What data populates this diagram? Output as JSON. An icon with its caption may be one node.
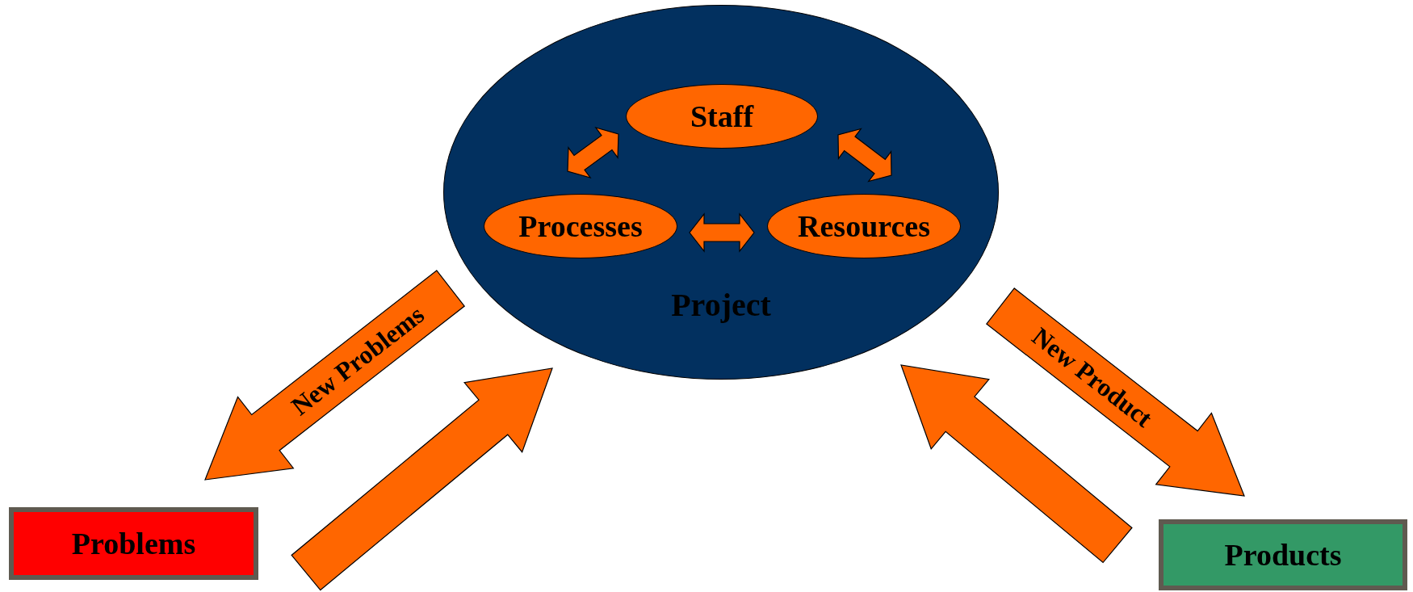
{
  "diagram": {
    "nodes": [
      {
        "text": [
          "Project"
        ]
      },
      {
        "text": [
          "Staff"
        ],
        "in": 0
      },
      {
        "text": [
          "Processes"
        ],
        "in": 0
      },
      {
        "text": [
          "Resources"
        ],
        "in": 0
      },
      {
        "text": [
          "Problems"
        ]
      },
      {
        "text": [
          "Products"
        ]
      }
    ],
    "edges": [
      {
        "from": 1,
        "to": 2,
        "arrow": "both"
      },
      {
        "from": 1,
        "to": 3,
        "arrow": "both"
      },
      {
        "from": 2,
        "to": 3,
        "arrow": "both"
      },
      {
        "from": 0,
        "to": 4,
        "arrow": "to",
        "label": "New Problems"
      },
      {
        "from": 4,
        "to": 0,
        "arrow": "to"
      },
      {
        "from": 0,
        "to": 5,
        "arrow": "to",
        "label": "New Product"
      },
      {
        "from": 5,
        "to": 0,
        "arrow": "to"
      }
    ]
  }
}
